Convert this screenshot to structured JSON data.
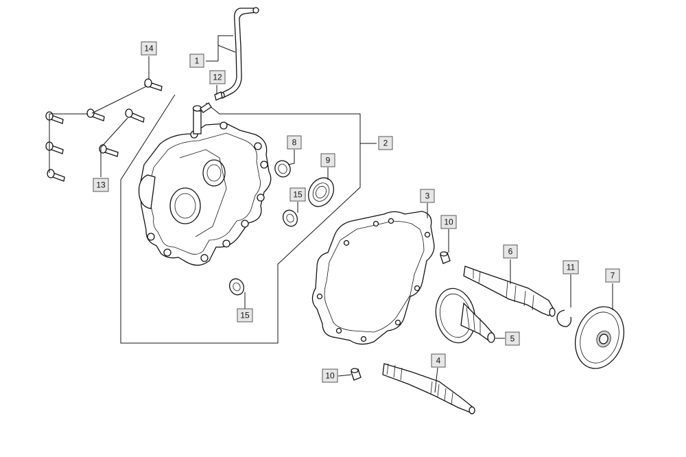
{
  "diagram": {
    "line_color": "#111111",
    "callout_fill": "#e6e6e6",
    "callouts": [
      {
        "id": "c1",
        "label": "1"
      },
      {
        "id": "c2",
        "label": "2"
      },
      {
        "id": "c3",
        "label": "3"
      },
      {
        "id": "c4",
        "label": "4"
      },
      {
        "id": "c5",
        "label": "5"
      },
      {
        "id": "c6",
        "label": "6"
      },
      {
        "id": "c7",
        "label": "7"
      },
      {
        "id": "c8",
        "label": "8"
      },
      {
        "id": "c9",
        "label": "9"
      },
      {
        "id": "c10a",
        "label": "10"
      },
      {
        "id": "c10b",
        "label": "10"
      },
      {
        "id": "c11",
        "label": "11"
      },
      {
        "id": "c12",
        "label": "12"
      },
      {
        "id": "c13",
        "label": "13"
      },
      {
        "id": "c14",
        "label": "14"
      },
      {
        "id": "c15a",
        "label": "15"
      },
      {
        "id": "c15b",
        "label": "15"
      }
    ]
  }
}
